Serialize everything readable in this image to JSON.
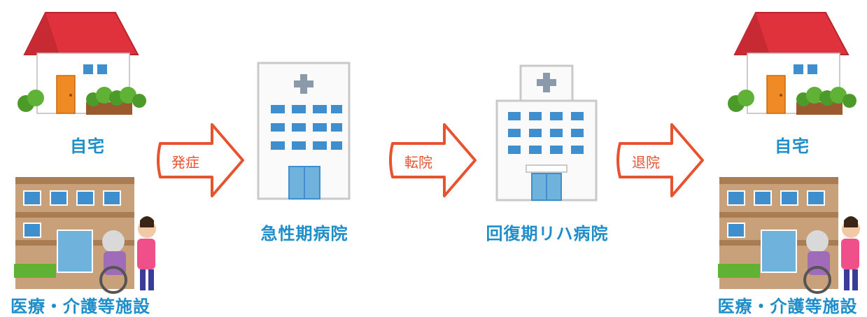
{
  "left": {
    "home_label": "自宅",
    "facility_label": "医療・介護等施設"
  },
  "steps": [
    {
      "arrow_label": "発症",
      "hospital_label": "急性期病院"
    },
    {
      "arrow_label": "転院",
      "hospital_label": "回復期リハ病院"
    },
    {
      "arrow_label": "退院"
    }
  ],
  "right": {
    "home_label": "自宅",
    "facility_label": "医療・介護等施設"
  },
  "colors": {
    "label_blue": "#1e8ecb",
    "arrow_red": "#e8532f",
    "roof_red": "#e0323c",
    "window_blue": "#3f8fcf"
  }
}
